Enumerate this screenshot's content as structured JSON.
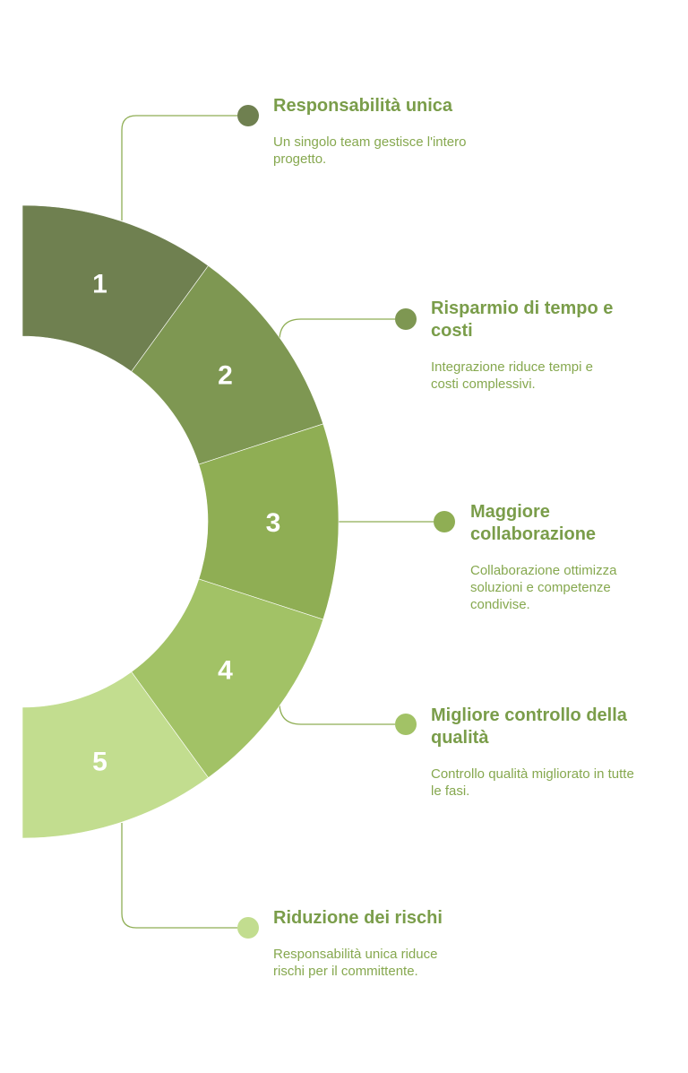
{
  "segments": [
    {
      "number": "1",
      "color": "#6f8050"
    },
    {
      "number": "2",
      "color": "#7e9752"
    },
    {
      "number": "3",
      "color": "#8fae54"
    },
    {
      "number": "4",
      "color": "#a2c266"
    },
    {
      "number": "5",
      "color": "#c2dd8f"
    }
  ],
  "items": [
    {
      "title": "Responsabilità unica",
      "description": "Un singolo team gestisce l'intero progetto.",
      "dot_color": "#6f8050"
    },
    {
      "title": "Risparmio di tempo e costi",
      "description": "Integrazione riduce tempi e costi complessivi.",
      "dot_color": "#7e9752"
    },
    {
      "title": "Maggiore collaborazione",
      "description": "Collaborazione ottimizza soluzioni e competenze condivise.",
      "dot_color": "#8fae54"
    },
    {
      "title": "Migliore controllo della qualità",
      "description": "Controllo qualità migliorato in tutte le fasi.",
      "dot_color": "#a2c266"
    },
    {
      "title": "Riduzione dei rischi",
      "description": "Responsabilità unica riduce rischi per il committente.",
      "dot_color": "#c2dd8f"
    }
  ],
  "colors": {
    "connector": "#8fae54",
    "title": "#7a9d4a",
    "text": "#86a84f"
  }
}
